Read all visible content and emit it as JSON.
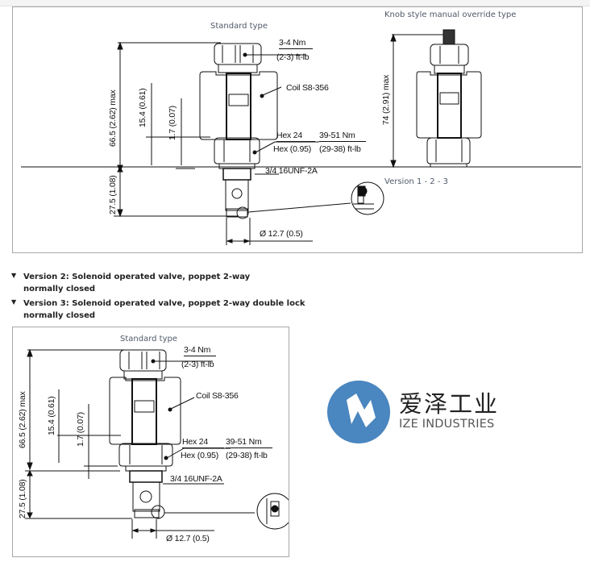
{
  "diagram_top": {
    "caption_standard": "Standard type",
    "caption_knob": "Knob style manual override type",
    "torque_top_nm": "3-4 Nm",
    "torque_top_ftlb": "(2-3) ft-lb",
    "coil": "Coil S8-356",
    "hex": "Hex 24",
    "hex_in": "Hex (0.95)",
    "torque_hex_nm": "39-51 Nm",
    "torque_hex_ftlb": "(29-38) ft-lb",
    "thread": "3/4 16UNF-2A",
    "diameter": "Ø 12.7 (0.5)",
    "dim_overall": "66.5 (2.62) max",
    "dim_15": "15.4 (0.61)",
    "dim_17": "1.7 (0.07)",
    "dim_27": "27.5 (1.08)",
    "dim_knob": "74 (2.91) max",
    "version_note": "Version 1 - 2 - 3"
  },
  "sections": [
    {
      "icon": "▼",
      "label": "Version 2: Solenoid operated valve, poppet 2-way",
      "label2": "normally closed"
    },
    {
      "icon": "▼",
      "label": "Version 3: Solenoid operated valve, poppet 2-way double lock",
      "label2": "normally closed"
    }
  ],
  "diagram_bottom": {
    "caption_standard": "Standard type",
    "torque_top_nm": "3-4 Nm",
    "torque_top_ftlb": "(2-3) ft-lb",
    "coil": "Coil S8-356",
    "hex": "Hex 24",
    "hex_in": "Hex (0.95)",
    "torque_hex_nm": "39-51 Nm",
    "torque_hex_ftlb": "(29-38) ft-lb",
    "thread": "3/4 16UNF-2A",
    "diameter": "Ø 12.7 (0.5)",
    "dim_overall": "66.5 (2.62) max",
    "dim_15": "15.4 (0.61)",
    "dim_17": "1.7 (0.07)",
    "dim_27": "27.5 (1.08)"
  },
  "watermark": {
    "name_cn": "爱泽工业",
    "name_en": "IZE INDUSTRIES",
    "color": "#4a86bf"
  }
}
